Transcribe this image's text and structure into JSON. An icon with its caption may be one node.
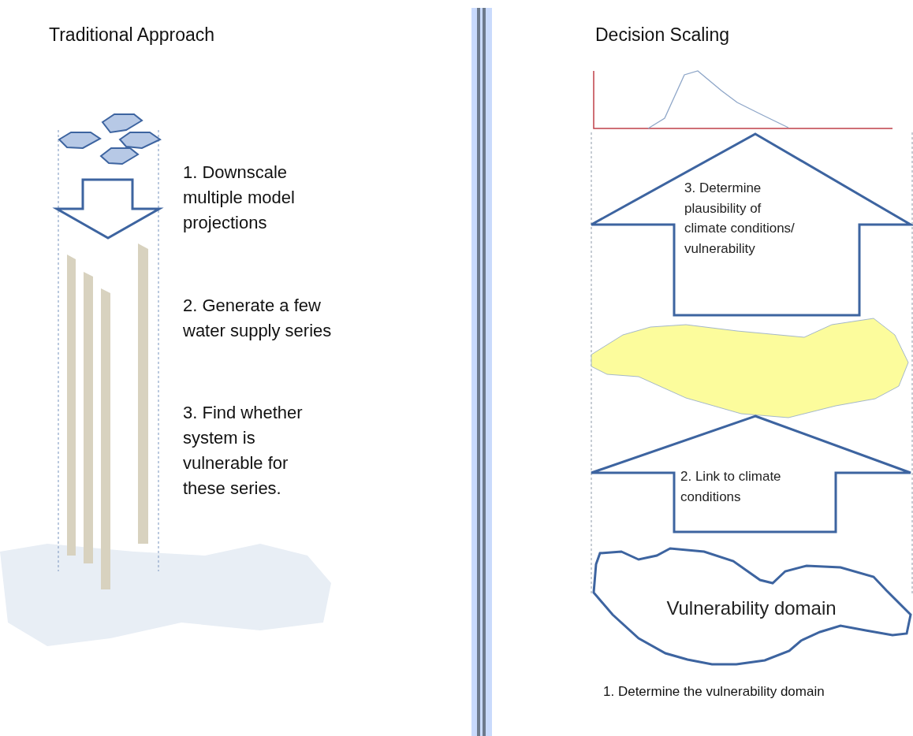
{
  "diagram": {
    "nodes": [
      {
        "text": [
          "3. Determine plausibility of climate conditions/ vulnerability"
        ]
      },
      {
        "text": [],
        "shape": "blob"
      },
      {
        "text": [
          "2. Link to climate conditions"
        ]
      },
      {
        "text": [
          "Vulnerability domain"
        ],
        "beside": [
          "1. Determine the vulnerability domain"
        ]
      }
    ],
    "labels": [
      "Traditional Approach",
      "1. Downscale multiple model projections",
      "2. Generate a few water supply series",
      "3. Find whether system is vulnerable for these series.",
      "Decision Scaling"
    ]
  }
}
